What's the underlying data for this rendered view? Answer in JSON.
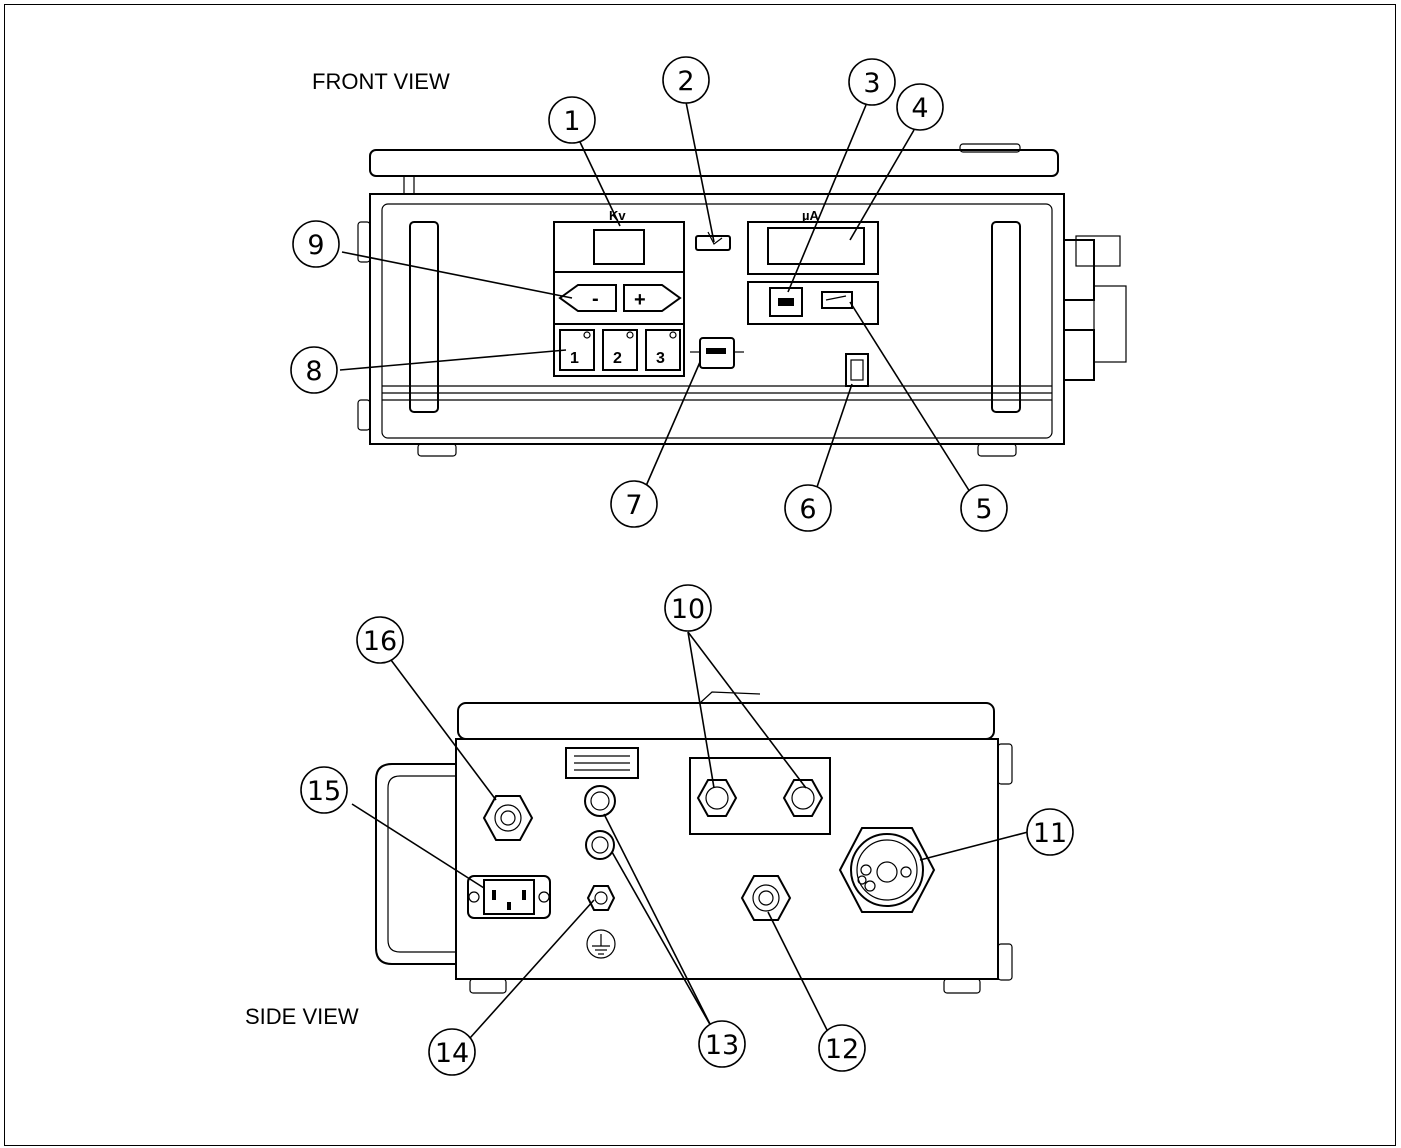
{
  "views": {
    "front_label": "FRONT VIEW",
    "side_label": "SIDE VIEW"
  },
  "front_panel": {
    "kv_label": "Kv",
    "ua_label": "µA",
    "minus": "-",
    "plus": "+",
    "presets": [
      "1",
      "2",
      "3"
    ]
  },
  "callouts": [
    "1",
    "2",
    "3",
    "4",
    "5",
    "6",
    "7",
    "8",
    "9",
    "10",
    "11",
    "12",
    "13",
    "14",
    "15",
    "16"
  ]
}
